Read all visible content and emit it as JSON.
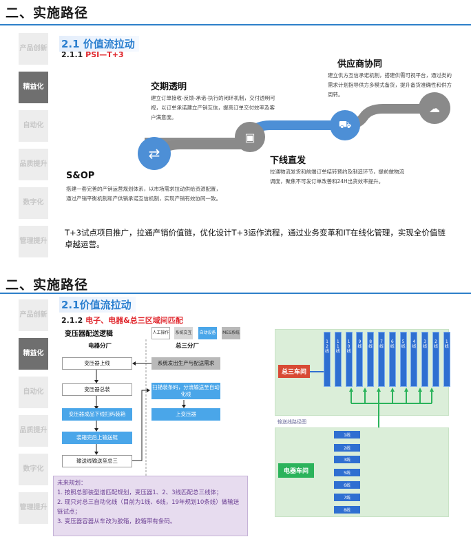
{
  "slide1": {
    "section_title": "二、实施路径",
    "nav": [
      "产品创新",
      "精益化",
      "自动化",
      "品质提升",
      "数字化",
      "管理提升"
    ],
    "heading": "2.1 价值流拉动",
    "subheading_prefix": "2.1.1",
    "subheading_red": "PSI—T+3",
    "stages": {
      "sop": {
        "title": "S&OP",
        "text": "搭建一套完善的产销运营规划体系，以市场需求拉动供给资源配置，通过产销平衡机制和产供销承诺互信机制，实现产销有效协同一致。"
      },
      "delivery": {
        "title": "交期透明",
        "text": "建立订单接收-反馈-承诺-执行的闭环机制，交付透明可视，以订单承诺建立产销互信，提高订单交付效率及客户满意度。"
      },
      "production": {
        "title": "下线直发",
        "text": "拉通物流发货和前端订单结转预约及制造环节，提前做物流调度，聚焦不可发订单改善和24H出货效率提升。"
      },
      "supplier": {
        "title": "供应商协同",
        "text": "建立供方互信承诺机制，搭建供需可视平台，通过类的需求计划指导供方多模式备货，提升备货准确性和供方周转。"
      }
    },
    "summary": "T+3试点项目推广，拉通产销价值链，优化设计T+3运作流程，通过业务变革和IT在线化管理，实现全价值链卓越运营。"
  },
  "slide2": {
    "section_title": "二、实施路径",
    "nav": [
      "产品创新",
      "精益化",
      "自动化",
      "品质提升",
      "数字化",
      "管理提升"
    ],
    "heading": "2.1价值流拉动",
    "subheading_prefix": "2.1.2",
    "subheading_red": "电子、电器&总三区域间匹配",
    "flow_title": "变压器配送逻辑",
    "legend": [
      {
        "label": "人工操作",
        "color": "#ffffff"
      },
      {
        "label": "系统交互",
        "color": "#d8d8d8"
      },
      {
        "label": "自动设备",
        "color": "#4aa6e9"
      },
      {
        "label": "MES系统",
        "color": "#b9b9b9"
      }
    ],
    "left_col": "电器分厂",
    "right_col": "总三分厂",
    "left_steps": [
      "变压器上线",
      "变压器总装",
      "变压器成品下线扫码装箱",
      "装箱完后上输送链",
      "输送线输送至总三"
    ],
    "right_steps": [
      "系统发出生产与配送需求",
      "扫描装条码，分流输送至自动化线",
      "上变压器"
    ],
    "note": {
      "title": "未来规划：",
      "lines": [
        "1. 按照总部装型谱匹配规划，变压器1、2、3线匹配总三线体；",
        "2. 现只对总三自动化线（目前为1线、6线，19年规划10条线）做输送链试点；",
        "3. 变压器容器从车改为胶箱，胶箱带有条码。"
      ]
    },
    "zong3_label": "总三车间",
    "zong3_lines": [
      "12线",
      "11线",
      "10线",
      "9线",
      "8线",
      "7线",
      "6线",
      "5线",
      "4线",
      "3线",
      "2线",
      "1线"
    ],
    "route_label": "输送线路径图",
    "dianqi_label": "电器车间",
    "dianqi_lines": [
      "1线",
      "2线",
      "3线",
      "5线",
      "6线",
      "7线",
      "8线"
    ]
  }
}
